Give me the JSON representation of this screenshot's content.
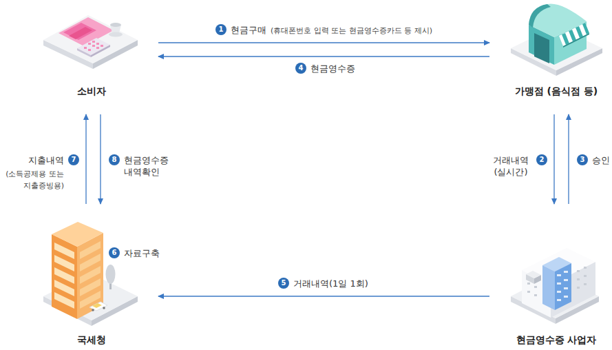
{
  "diagram": {
    "nodes": [
      {
        "text": [
          "소비자"
        ]
      },
      {
        "text": [
          "가맹점 (음식점 등)"
        ]
      },
      {
        "text": [
          "국세청"
        ]
      },
      {
        "text": [
          "현금영수증 사업자"
        ]
      }
    ],
    "edges": [
      {
        "from": 0,
        "to": 1,
        "label": "현금구매",
        "arrow": "to"
      },
      {
        "from": 1,
        "to": 0,
        "label": "현금영수증",
        "arrow": "to"
      },
      {
        "from": 1,
        "to": 3,
        "label": "거래내역 (실시간)",
        "arrow": "to"
      },
      {
        "from": 3,
        "to": 1,
        "label": "승인",
        "arrow": "to"
      },
      {
        "from": 3,
        "to": 2,
        "label": "거래내역(1일 1회)",
        "arrow": "to"
      },
      {
        "from": 0,
        "to": 2,
        "label": "현금영수증 내역확인",
        "arrow": "to"
      },
      {
        "from": 2,
        "to": 0,
        "label": "지출내역",
        "arrow": "to"
      }
    ],
    "labels": [
      "1",
      "(휴대폰번호 입력 또는 현금영수증카드 등 제시)",
      "4",
      "2",
      "3",
      "5",
      "8",
      "7",
      "(소득공제용 또는 지출증빙용)",
      "6",
      "자료구축"
    ]
  }
}
